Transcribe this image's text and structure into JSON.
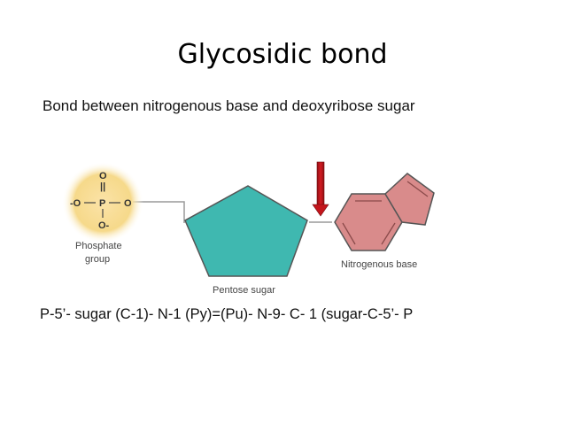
{
  "slide": {
    "title": "Glycosidic bond",
    "subtitle": "Bond between nitrogenous base and deoxyribose sugar",
    "formula": "P-5’- sugar (C-1)- N-1 (Py)=(Pu)- N-9- C- 1 (sugar-C-5’- P"
  },
  "diagram": {
    "phosphate": {
      "label_line1": "Phosphate",
      "label_line2": "group",
      "atom_top_o": "O",
      "atom_double_bond": "||",
      "atom_left_o": "-O",
      "atom_p": "P",
      "atom_right_o": "O",
      "atom_bottom_o": "O-",
      "color": "#f6d98a"
    },
    "sugar": {
      "label": "Pentose sugar",
      "color": "#3fb8b0"
    },
    "base": {
      "label": "Nitrogenous base",
      "color": "#d98b8b"
    },
    "arrow": {
      "color": "#c4161c"
    }
  }
}
